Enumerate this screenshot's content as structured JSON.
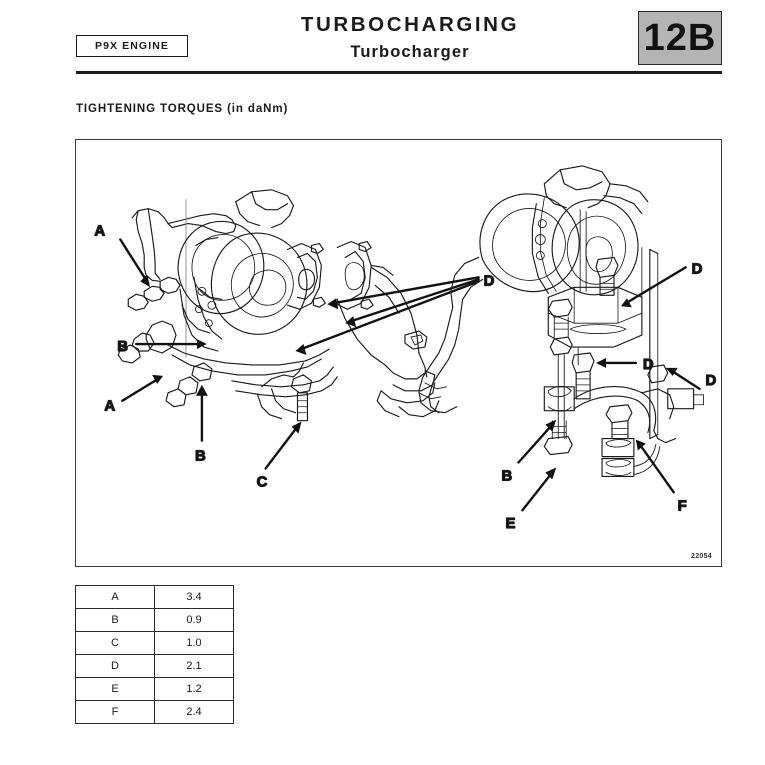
{
  "header": {
    "engine_badge": "P9X ENGINE",
    "title": "TURBOCHARGING",
    "subtitle": "Turbocharger",
    "chapter": "12B"
  },
  "section": {
    "label": "TIGHTENING TORQUES (in daNm)"
  },
  "figure": {
    "id": "22054",
    "callouts": {
      "left_a_top": "A",
      "left_b_upper": "B",
      "left_a_lower": "A",
      "left_b_lower": "B",
      "left_c": "C",
      "center_d": "D",
      "right_d_top": "D",
      "right_d_mid": "D",
      "right_d_low": "D",
      "right_b": "B",
      "right_e": "E",
      "right_f": "F"
    }
  },
  "torque_table": {
    "rows": [
      {
        "mark": "A",
        "value": "3.4"
      },
      {
        "mark": "B",
        "value": "0.9"
      },
      {
        "mark": "C",
        "value": "1.0"
      },
      {
        "mark": "D",
        "value": "2.1"
      },
      {
        "mark": "E",
        "value": "1.2"
      },
      {
        "mark": "F",
        "value": "2.4"
      }
    ]
  },
  "colors": {
    "ink": "#1a1a1a",
    "badge_grey": "#b4b4b4",
    "frame": "#3a3a3a"
  }
}
